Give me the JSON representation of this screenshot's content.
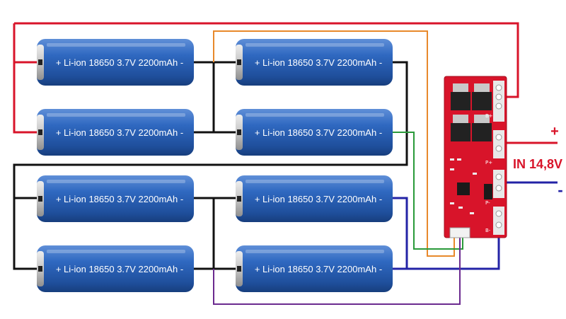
{
  "cells": [
    {
      "label": "+ Li-ion 18650 3.7V 2200mAh -"
    },
    {
      "label": "+ Li-ion 18650 3.7V 2200mAh -"
    },
    {
      "label": "+ Li-ion 18650 3.7V 2200mAh -"
    },
    {
      "label": "+ Li-ion 18650 3.7V 2200mAh -"
    },
    {
      "label": "+ Li-ion 18650 3.7V 2200mAh -"
    },
    {
      "label": "+ Li-ion 18650 3.7V 2200mAh -"
    },
    {
      "label": "+ Li-ion 18650 3.7V 2200mAh -"
    },
    {
      "label": "+ Li-ion 18650 3.7V 2200mAh -"
    }
  ],
  "input": {
    "plus": "+",
    "minus": "-",
    "label": "IN 14,8V"
  },
  "bms": {
    "pin_bplus": "B+",
    "pin_pplus": "P+",
    "pin_pminus": "P-",
    "pin_bminus": "B-"
  },
  "colors": {
    "cell_body": "#2c63b8",
    "board": "#d8142a",
    "wire_red": "#d8142a",
    "wire_black": "#111111",
    "wire_orange": "#e8892b",
    "wire_green": "#2a9a3a",
    "wire_blue": "#2323a6",
    "wire_purple": "#6b2a8f"
  }
}
